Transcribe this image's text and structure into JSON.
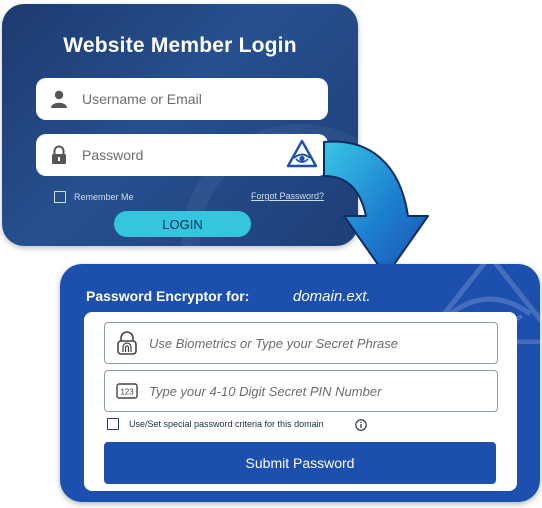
{
  "login": {
    "title": "Website Member Login",
    "username_placeholder": "Username or Email",
    "password_placeholder": "Password",
    "remember_label": "Remember Me",
    "forgot_label": "Forgot Password?",
    "login_button": "LOGIN"
  },
  "encryptor": {
    "header": "Password Encryptor for:",
    "domain": "domain.ext.",
    "biometric_placeholder": "Use Biometrics or Type your Secret Phrase",
    "pin_placeholder": "Type your 4-10 Digit Secret PIN Number",
    "criteria_label": "Use/Set special password criteria for this domain",
    "submit_button": "Submit Password",
    "pin_icon_text": "123"
  },
  "colors": {
    "login_bg": "#1e3f78",
    "login_button": "#34c6de",
    "encryptor_bg": "#1c4fae",
    "white": "#ffffff"
  }
}
